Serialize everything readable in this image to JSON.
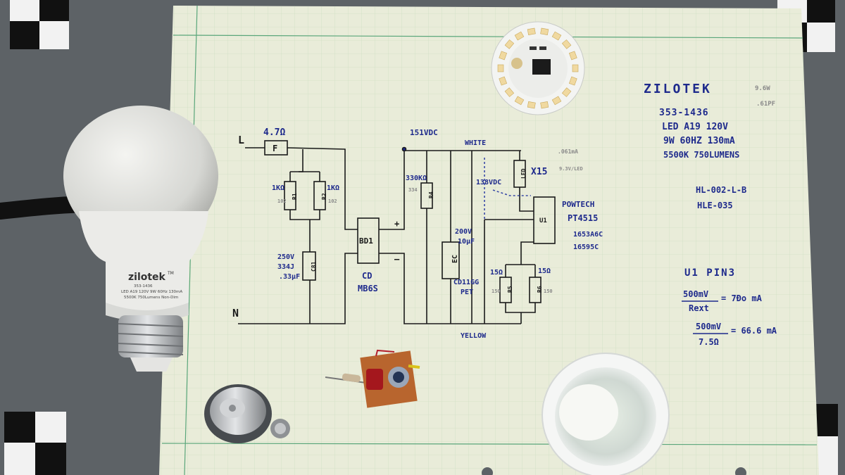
{
  "colors": {
    "table": "#5d6266",
    "paper": "#e9ecd9",
    "grid": "#cfe0c4",
    "margin": "#5aa67a",
    "ink_blue": "#1e2a8c",
    "ink_black": "#1a1a1a",
    "bulb": "#d9dad6",
    "pcb": "#b8652e"
  },
  "header": {
    "brand": "ZILOTEK",
    "part": "353-1436",
    "desc1": "LED A19 120V",
    "desc2": "9W 60HZ 130mA",
    "desc3": "5500K 750LUMENS",
    "note_watts": "9.6W",
    "note_pf": ".61PF"
  },
  "board_ids": {
    "id1": "HL-002-L-B",
    "id2": "HLE-035"
  },
  "ic": {
    "maker": "POWTECH",
    "model": "PT4515",
    "code1": "1653A6C",
    "code2": "16595C",
    "label": "U1"
  },
  "calc": {
    "title": "U1 PIN3",
    "eq1_num": "500mV",
    "eq1_den": "Rext",
    "eq1_res": "= 7Đo mA",
    "eq2_num": "500mV",
    "eq2_den": "7.5Ω",
    "eq2_res": "= 66.6 mA"
  },
  "schematic": {
    "line_l": "L",
    "line_n": "N",
    "fuse_value": "4.7Ω",
    "fuse_label": "F",
    "r1_val": "1KΩ",
    "r1_code": "102",
    "r1_label": "R1",
    "r2_val": "1KΩ",
    "r2_code": "102",
    "r2_label": "R2",
    "cap_v": "250V",
    "cap_code": "334J",
    "cap_uf": ".33μF",
    "cap_label": "C81",
    "bridge_label": "BD1",
    "bridge_mfr": "CD",
    "bridge_part": "MB6S",
    "plus": "+",
    "minus": "–",
    "vdc_bus": "151VDC",
    "r4_val": "330KΩ",
    "r4_code": "334",
    "r4_label": "R4",
    "ec_v": "200V",
    "ec_uf": "10μF",
    "ec_label": "EC",
    "ec_mfr": "CD11GG",
    "ec_type": "PET",
    "white": "WHITE",
    "yellow": "YELLOW",
    "vdc_led": "138VDC",
    "led_label": "LED",
    "led_count": "X15",
    "led_note1": ".061mA",
    "led_note2": "9.3V/LED",
    "r5_val": "15Ω",
    "r5_code": "150",
    "r5_label": "R5",
    "r6_val": "15Ω",
    "r6_code": "150",
    "r6_label": "R6"
  },
  "objects": {
    "bulb_brand": "zilotek",
    "bulb_tm": "TM",
    "bulb_line1": "353-1436",
    "bulb_line2": "LED A19 120V 9W 60Hz 130mA",
    "bulb_line3": "5500K 750Lumens Non-Dim"
  }
}
